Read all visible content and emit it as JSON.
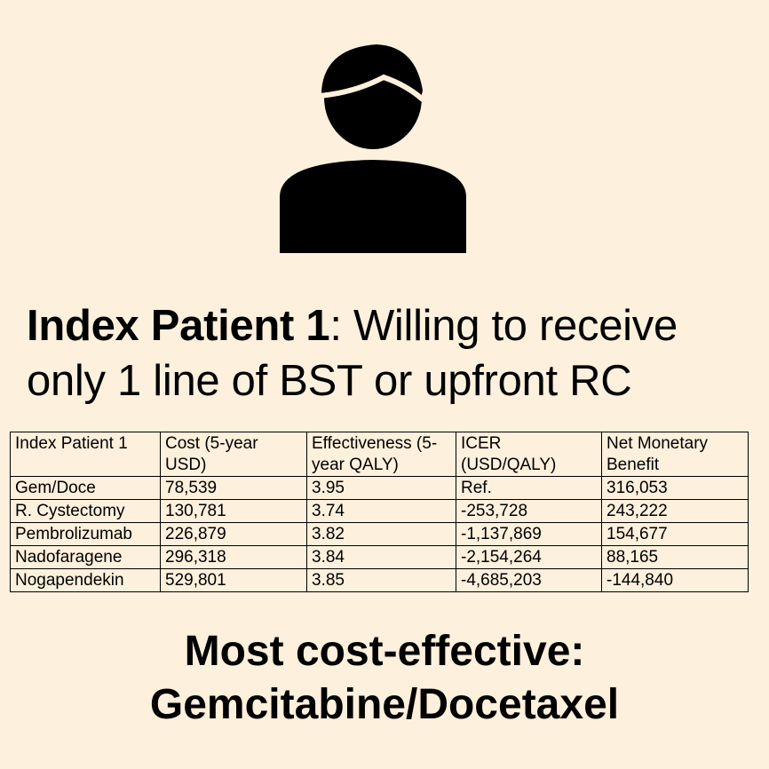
{
  "icon": "person-silhouette-icon",
  "colors": {
    "background": "#fdf0dc",
    "ink": "#000000"
  },
  "heading": {
    "bold": "Index Patient 1",
    "rest": ": Willing to receive only 1 line of BST or upfront RC"
  },
  "table": {
    "headers": [
      "Index Patient 1",
      "Cost (5-year USD)",
      "Effectiveness (5-year QALY)",
      "ICER (USD/QALY)",
      "Net Monetary Benefit"
    ],
    "rows": [
      [
        "Gem/Doce",
        "78,539",
        "3.95",
        "Ref.",
        "316,053"
      ],
      [
        "R. Cystectomy",
        "130,781",
        "3.74",
        "-253,728",
        "243,222"
      ],
      [
        "Pembrolizumab",
        "226,879",
        "3.82",
        "-1,137,869",
        "154,677"
      ],
      [
        "Nadofaragene",
        "296,318",
        "3.84",
        "-2,154,264",
        "88,165"
      ],
      [
        "Nogapendekin",
        "529,801",
        "3.85",
        "-4,685,203",
        "-144,840"
      ]
    ]
  },
  "conclusion": {
    "line1": "Most cost-effective:",
    "line2": "Gemcitabine/Docetaxel"
  }
}
